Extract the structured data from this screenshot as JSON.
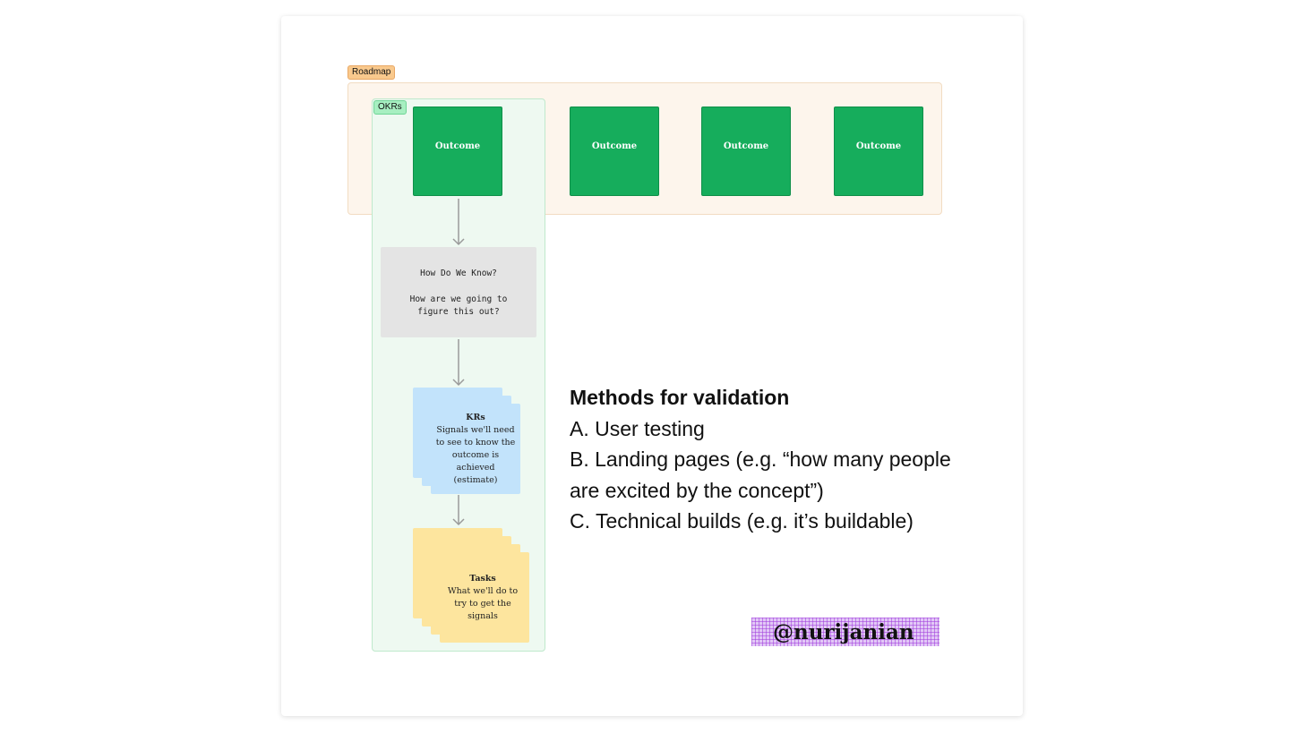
{
  "roadmap": {
    "label": "Roadmap"
  },
  "okrs": {
    "label": "OKRs"
  },
  "outcomes": [
    "Outcome",
    "Outcome",
    "Outcome",
    "Outcome"
  ],
  "how_box": {
    "title": "How Do We Know?",
    "line1": "How are we going to",
    "line2": "figure this out?"
  },
  "krs": {
    "title": "KRs",
    "lines": [
      "Signals we'll need",
      "to see to know the",
      "outcome is",
      "achieved",
      "(estimate)"
    ]
  },
  "tasks": {
    "title": "Tasks",
    "lines": [
      "What we'll do to",
      "try to get the",
      "signals"
    ]
  },
  "methods": {
    "heading": "Methods for validation",
    "items": [
      "A. User testing",
      "B. Landing pages (e.g. “how many people",
      "are excited by the concept”)",
      "C. Technical builds (e.g. it’s buildable)"
    ]
  },
  "watermark": "@nurijanian",
  "colors": {
    "outcome_green": "#16ad5c",
    "roadmap_bg": "#fdf5ec",
    "okrs_bg": "#eef9f1",
    "kr_blue": "#c2e3fb",
    "task_yellow": "#fde59e"
  }
}
